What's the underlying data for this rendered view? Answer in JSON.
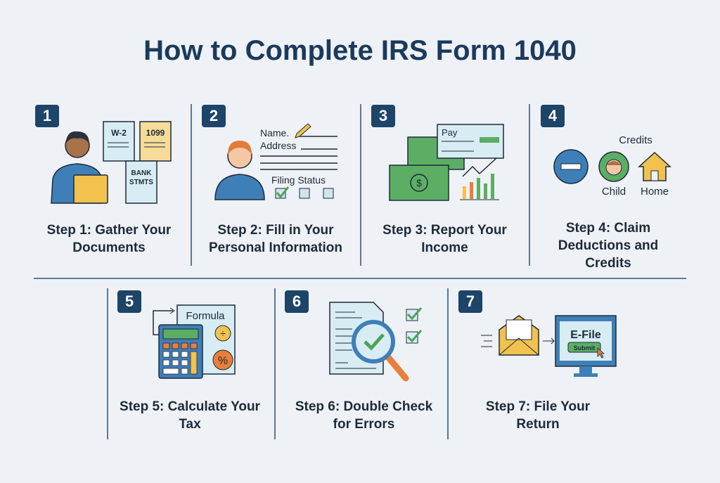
{
  "title": "How to Complete IRS Form 1040",
  "steps": [
    {
      "number": "1",
      "caption": "Step 1: Gather Your Documents",
      "labels": {
        "w2": "W-2",
        "f1099": "1099",
        "bank1": "BANK",
        "bank2": "STMTS"
      }
    },
    {
      "number": "2",
      "caption": "Step 2: Fill in Your Personal Information",
      "labels": {
        "name": "Name.",
        "address": "Address",
        "filing": "Filing Status"
      }
    },
    {
      "number": "3",
      "caption": "Step 3: Report Your Income",
      "labels": {
        "pay": "Pay"
      }
    },
    {
      "number": "4",
      "caption": "Step 4: Claim Deductions and Credits",
      "labels": {
        "credits": "Credits",
        "child": "Child",
        "home": "Home"
      }
    },
    {
      "number": "5",
      "caption": "Step 5: Calculate Your Tax",
      "labels": {
        "formula": "Formula"
      }
    },
    {
      "number": "6",
      "caption": "Step 6: Double Check for Errors",
      "labels": {}
    },
    {
      "number": "7",
      "caption": "Step 7: File Your Return",
      "labels": {
        "efile": "E-File",
        "submit": "Submit"
      }
    }
  ],
  "colors": {
    "navy": "#1d4469",
    "blue": "#3f7fb8",
    "green": "#5cae65",
    "yellow": "#f2c14e",
    "orange": "#e8803a",
    "paper": "#dcefF5"
  }
}
